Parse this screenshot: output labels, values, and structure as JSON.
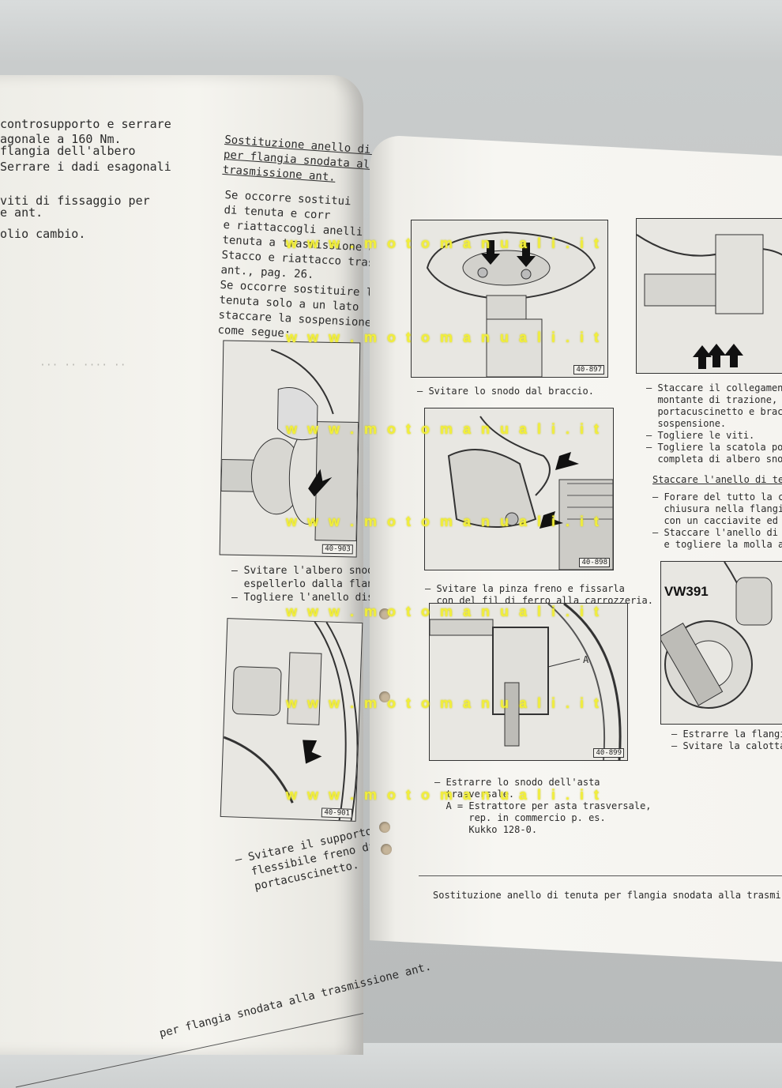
{
  "left_page": {
    "left_column": [
      "controsupporto e serrare",
      "agonale a 160 Nm.",
      "flangia dell'albero",
      "Serrare i dadi esagonali",
      "viti di fissaggio per",
      "e ant.",
      "olio cambio."
    ],
    "section_title": [
      "Sostituzione anello di tenuta",
      "per flangia snodata alla",
      "trasmissione ant."
    ],
    "intro_text": [
      "Se occorre sostitui",
      "di tenuta e corr",
      "e riattaccogli anelli",
      "tenuta a trasmissione ant",
      "Stacco e riattacco trasmissione",
      "ant., pag. 26.",
      "Se occorre sostituire l'anello",
      "tenuta solo a un lato",
      "staccare la sospensione della",
      "come segue:"
    ],
    "figure_1_number": "40-903",
    "figure_1_caption": [
      "– Svitare l'albero snodato ed",
      "  espellerlo dalla flangia.",
      "– Togliere l'anello distanziatore."
    ],
    "figure_2_number": "40-901",
    "figure_2_caption": [
      "– Svitare il supporto per",
      "  flessibile freno dalla scatola",
      "  portacuscinetto."
    ],
    "footer": "per flangia snodata alla trasmissione ant."
  },
  "right_page": {
    "col1": {
      "fig_a_number": "40-897",
      "fig_a_caption": "– Svitare lo snodo dal braccio.",
      "fig_b_number": "40-898",
      "fig_b_caption": [
        "– Svitare la pinza freno e fissarla",
        "  con del fil di ferro alla carrozzeria."
      ],
      "fig_c_number": "40-899",
      "fig_c_label": "A",
      "fig_c_caption": [
        "– Estrarre lo snodo dell'asta",
        "  trasversale.",
        "  A = Estrattore per asta trasversale,",
        "      rep. in commercio p. es.",
        "      Kukko 128-0."
      ]
    },
    "col2": {
      "caption_1": [
        "– Staccare il collegament",
        "  montante di trazione,",
        "  portacuscinetto e bracc",
        "  sospensione.",
        "– Togliere le viti.",
        "– Togliere la scatola po",
        "  completa di albero sno"
      ],
      "subtitle": "Staccare l'anello di ter",
      "caption_2": [
        "– Forare del tutto la c",
        "  chiusura nella flangi",
        "  con un cacciavite ed",
        "– Staccare l'anello di t",
        "  e togliere la molla a"
      ],
      "tool_label": "VW391",
      "caption_3": [
        "– Estrarre la flangi",
        "– Svitare la calotta"
      ]
    },
    "footer": "Sostituzione anello di tenuta per flangia snodata alla trasmis"
  },
  "watermark": "w w w . m o t o m a n u a l i . i t"
}
